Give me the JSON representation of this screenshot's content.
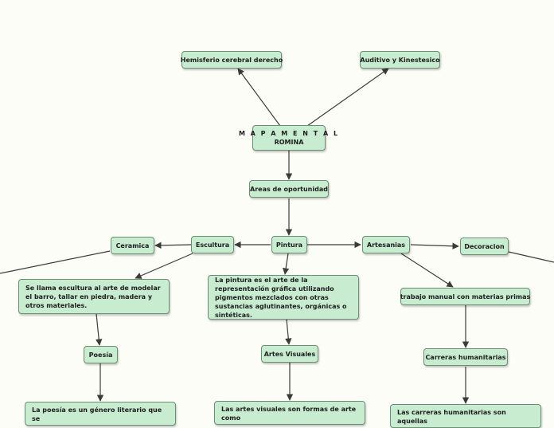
{
  "root": {
    "line1": "M A P A  M E N T A L",
    "line2": "ROMINA"
  },
  "nodes": {
    "hemisferio": "Hemisferio cerebral derecho",
    "auditivo": "Auditivo y Kinestesico",
    "areas": "Areas de oportunidad",
    "pintura": "Pintura",
    "escultura": "Escultura",
    "ceramica": "Ceramica",
    "artesanias": "Artesanias",
    "decoracion": "Decoracion",
    "escultura_desc": "Se llama escultura al arte de modelar el barro, tallar en piedra, madera y otros materiales.",
    "poesia": "Poesía",
    "poesia_desc": "La poesía es un género literario que se",
    "pintura_desc": "La pintura es el arte de la representación gráfica utilizando pigmentos mezclados con otras sustancias aglutinantes, orgánicas o sintéticas.",
    "artes_visuales": "Artes Visuales",
    "artes_visuales_desc": "Las artes visuales son formas de arte como",
    "trabajo_manual": "trabajo manual con materias primas",
    "carreras": "Carreras humanitarias",
    "carreras_desc": "Las carreras humanitarias son aquellas"
  },
  "colors": {
    "node_fill": "#c8ecd0",
    "node_border": "#6a8f72",
    "link": "#3b3b3b",
    "background": "#fcfdf6"
  }
}
